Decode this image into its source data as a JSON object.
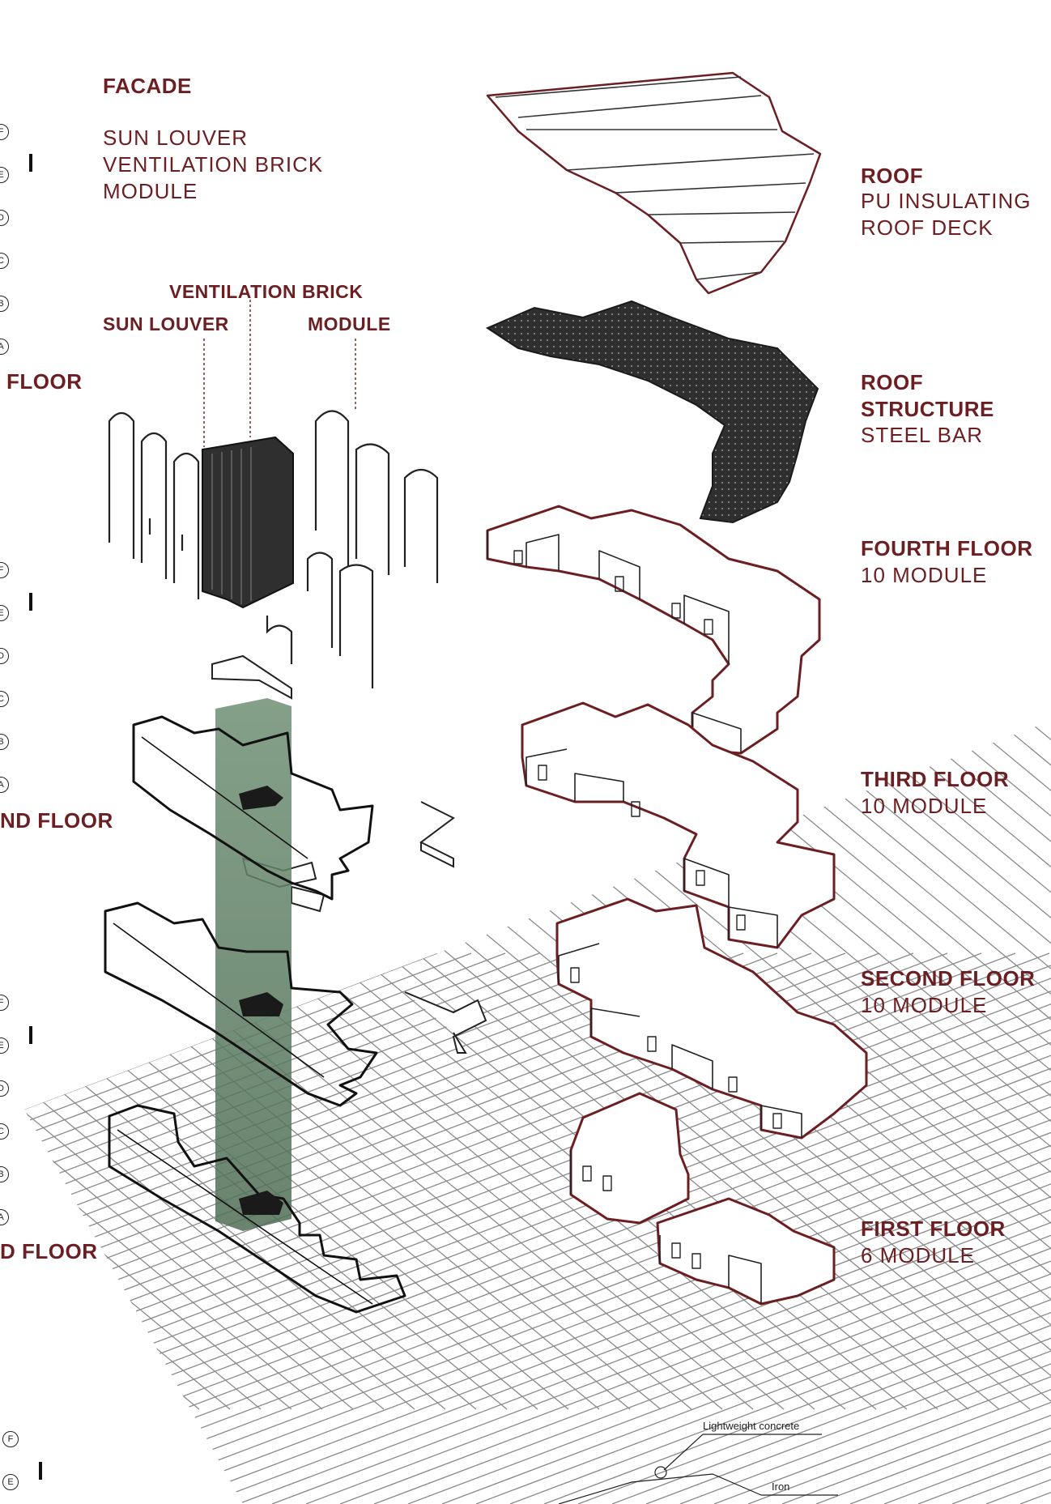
{
  "facade": {
    "title": "FACADE",
    "items": [
      "SUN LOUVER",
      "VENTILATION BRICK",
      "MODULE"
    ]
  },
  "callouts": {
    "ventilation_brick": "VENTILATION BRICK",
    "sun_louver": "SUN LOUVER",
    "module": "MODULE"
  },
  "left_floor_labels": [
    "FLOOR",
    "ND FLOOR",
    "D FLOOR"
  ],
  "grid_letters": [
    "F",
    "E",
    "D",
    "C",
    "B",
    "A"
  ],
  "layers": [
    {
      "title": "ROOF",
      "subtitle": "PU INSULATING\nROOF DECK"
    },
    {
      "title": "ROOF\nSTRUCTURE",
      "subtitle": "STEEL BAR"
    },
    {
      "title": "FOURTH FLOOR",
      "subtitle": "10 MODULE"
    },
    {
      "title": "THIRD FLOOR",
      "subtitle": "10 MODULE"
    },
    {
      "title": "SECOND FLOOR",
      "subtitle": "10 MODULE"
    },
    {
      "title": "FIRST FLOOR",
      "subtitle": "6 MODULE"
    }
  ],
  "materials": {
    "lightweight_concrete": "Lightweight concrete",
    "iron": "Iron"
  },
  "colors": {
    "label": "#6b1f22",
    "outline": "#6b1f22",
    "core": "#5e7f64",
    "structure": "#2f2f2f",
    "ink": "#111111",
    "grid": "#8a8a8a"
  }
}
